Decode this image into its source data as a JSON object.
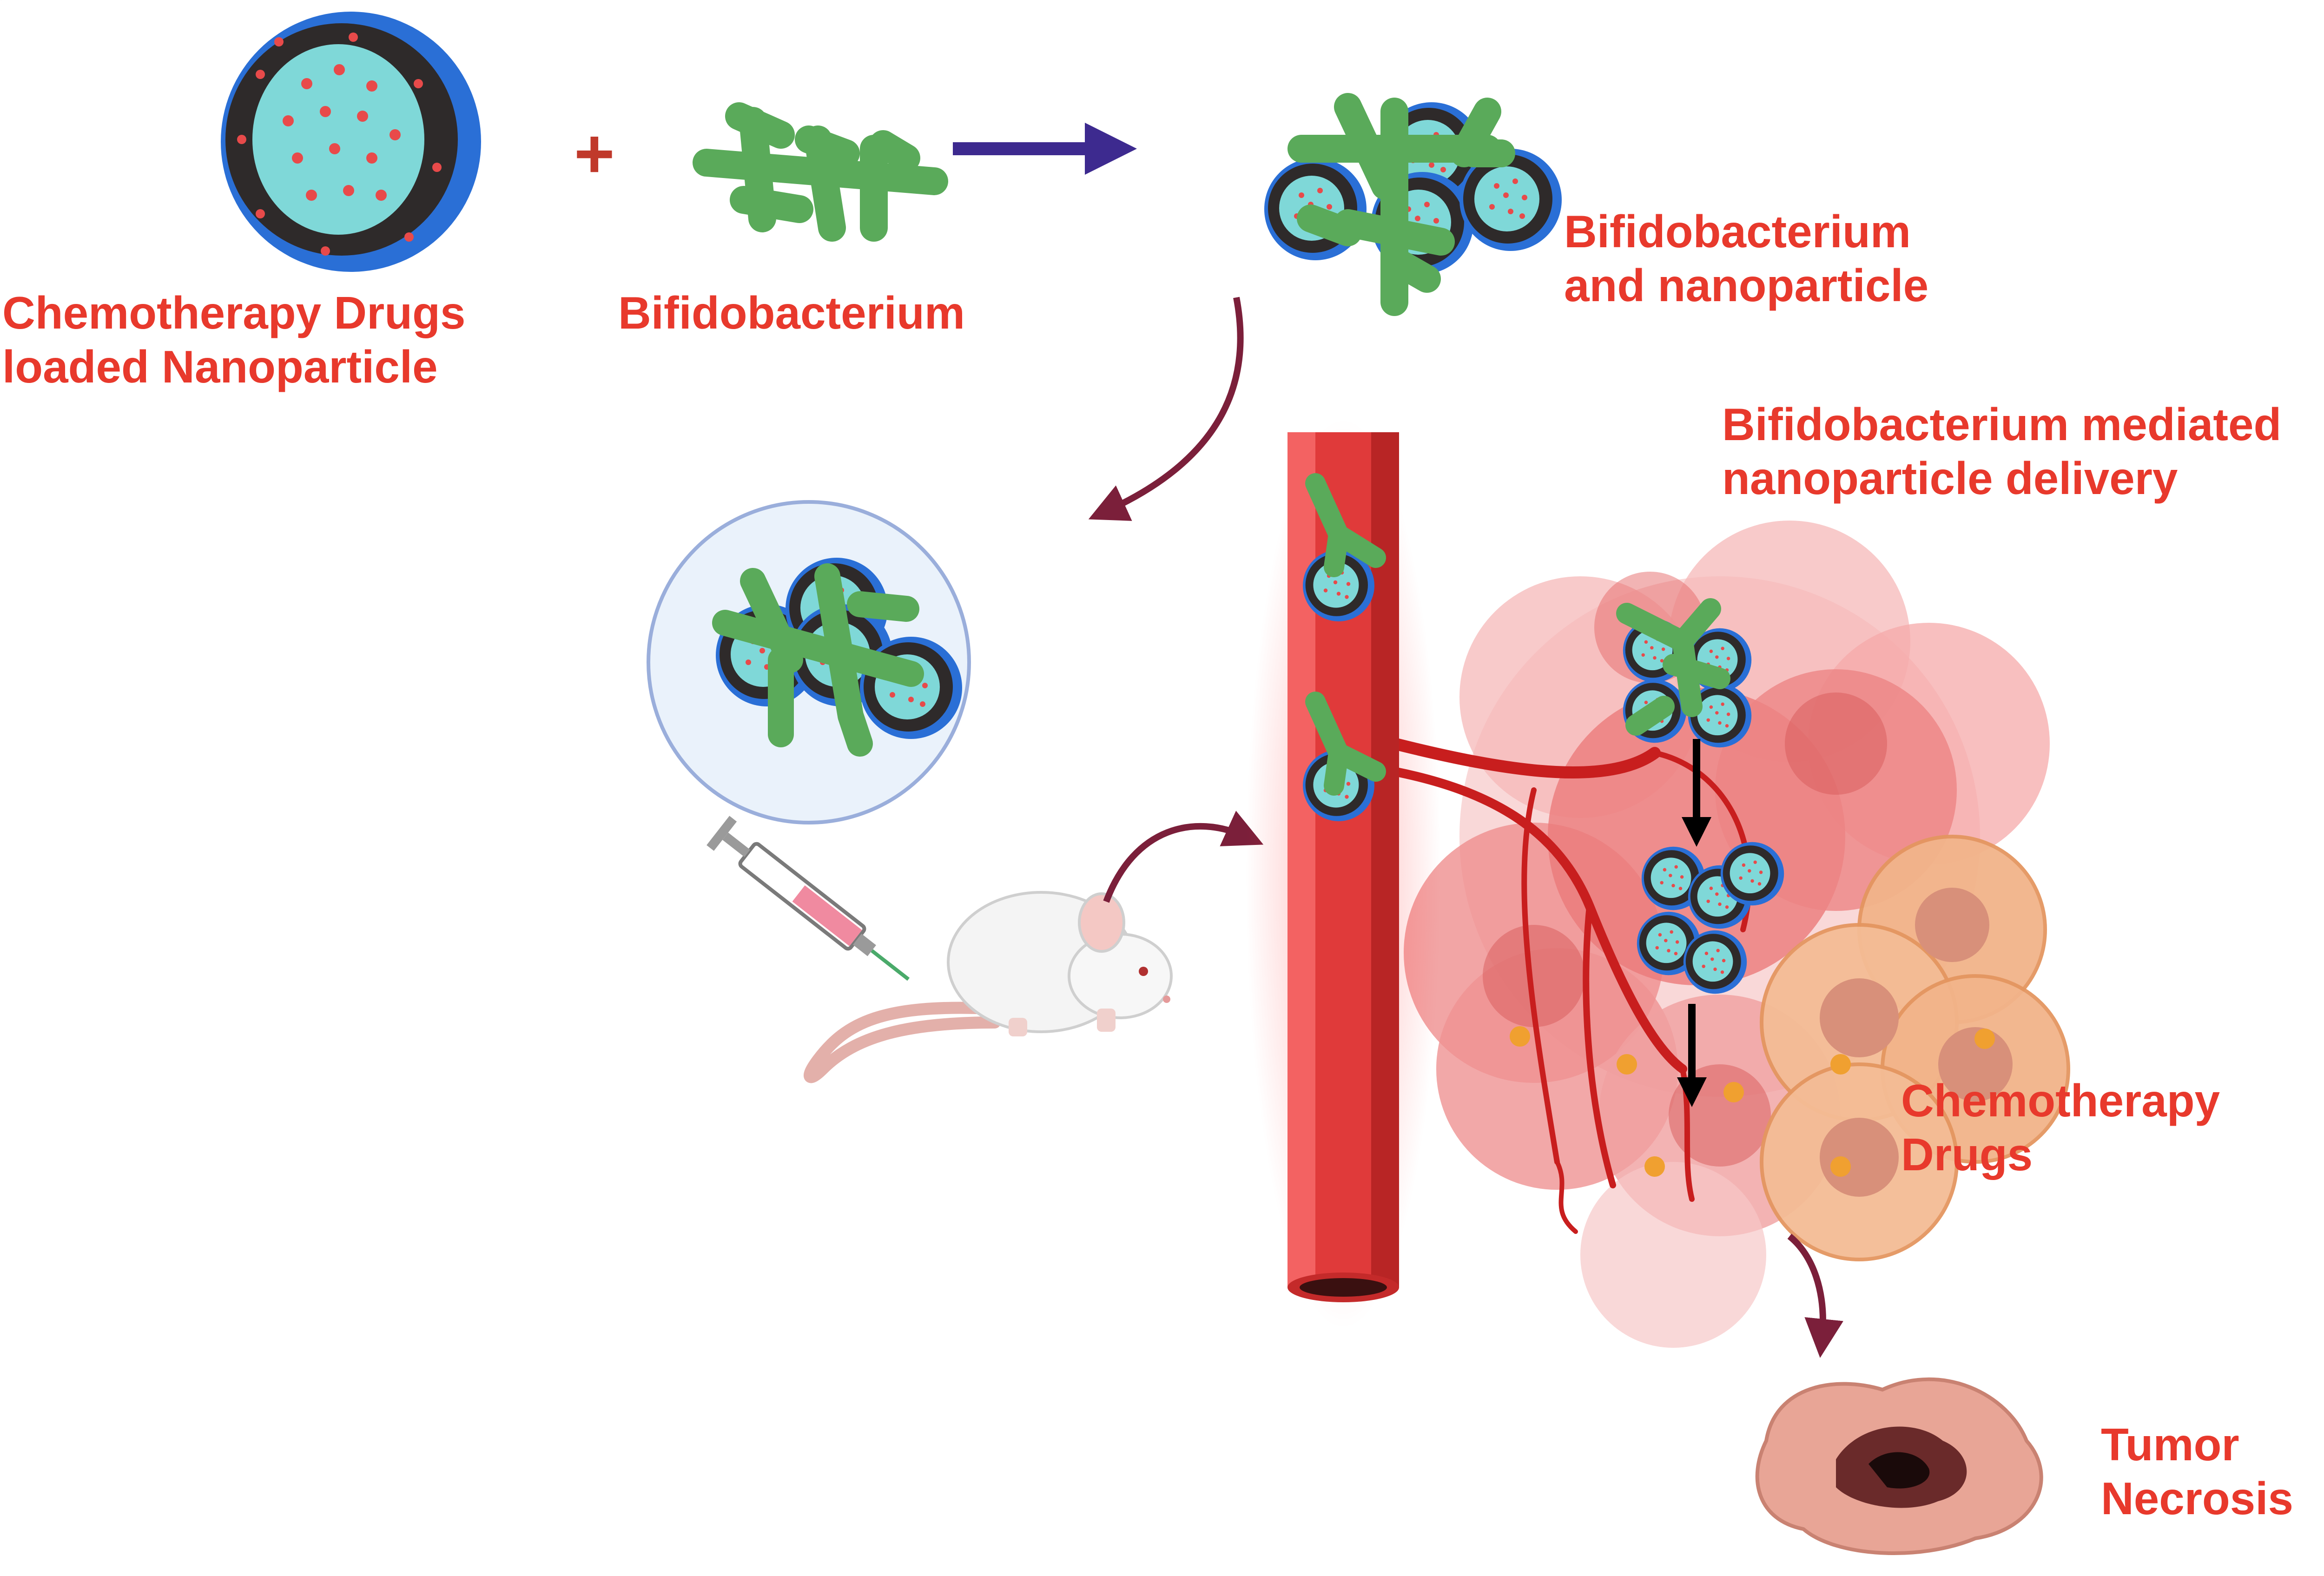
{
  "labels": {
    "nanoparticle": [
      "Chemotherapy Drugs",
      "loaded Nanoparticle"
    ],
    "plus": "+",
    "bacterium": "Bifidobacterium",
    "complex": [
      "Bifidobacterium",
      "and nanoparticle"
    ],
    "delivery": [
      "Bifidobacterium mediated",
      "nanoparticle delivery"
    ],
    "drugs": [
      "Chemotherapy",
      "Drugs"
    ],
    "necrosis": [
      "Tumor",
      "Necrosis"
    ]
  },
  "colors": {
    "label_red": "#e8392c",
    "plus_red": "#c0392b",
    "arrow_purple": "#3d2a8f",
    "arrow_maroon": "#7b1f3a",
    "bacterium_green": "#5aaa5a",
    "nanoparticle_shell": "#2a6fd6",
    "nanoparticle_core": "#7fd8d8",
    "drug_dot": "#e84a4a",
    "vessel_red": "#e03a3a",
    "tumor_pink": "#f08a8a",
    "drug_cell_orange": "#f2b48a",
    "drug_particle": "#f0a030"
  }
}
